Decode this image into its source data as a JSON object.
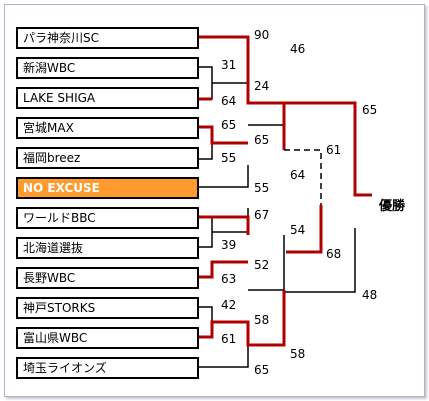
{
  "teams": [
    "パラ神奈川SC",
    "新潟WBC",
    "LAKE SHIGA",
    "宮城MAX",
    "福岡breez",
    "NO EXCUSE",
    "ワールドBBC",
    "北海道選抜",
    "長野WBC",
    "神戸STORKS",
    "富山県WBC",
    "埼玉ライオンズ"
  ],
  "scores": {
    "s90": "90",
    "s31": "31",
    "s64a": "64",
    "s24": "24",
    "s46": "46",
    "s65a": "65",
    "s55a": "55",
    "s65b": "65",
    "s55b": "55",
    "s64b": "64",
    "s65c": "65",
    "s61a": "61",
    "s68": "68",
    "s67": "67",
    "s39": "39",
    "s63": "63",
    "s52": "52",
    "s54": "54",
    "s42": "42",
    "s61b": "61",
    "s58a": "58",
    "s65d": "65",
    "s58b": "58",
    "s48": "48"
  },
  "champion_label": "優勝",
  "colors": {
    "winner_line": "#c00000",
    "highlight_team": "#ff9a2e"
  }
}
